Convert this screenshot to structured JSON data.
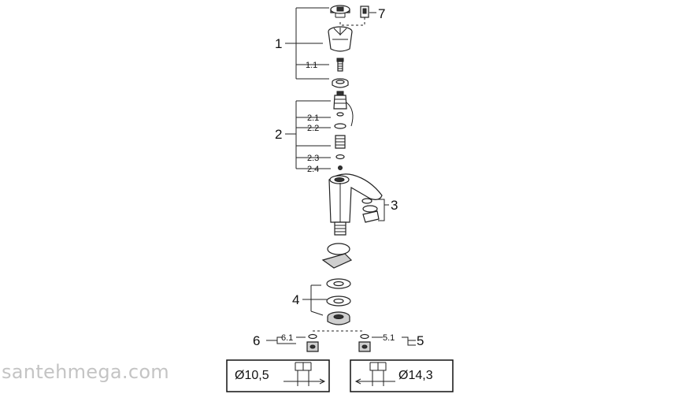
{
  "labels": {
    "group_1": "1",
    "group_2": "2",
    "group_3": "3",
    "group_4": "4",
    "group_5": "5",
    "group_6": "6",
    "group_7": "7",
    "sub_1_1": "1.1",
    "sub_2_1": "2.1",
    "sub_2_2": "2.2",
    "sub_2_3": "2.3",
    "sub_2_4": "2.4",
    "sub_5_1": "5.1",
    "sub_6_1": "6.1"
  },
  "hose_boxes": {
    "left": "Ø10,5",
    "right": "Ø14,3"
  },
  "watermark": "santehmega.com"
}
